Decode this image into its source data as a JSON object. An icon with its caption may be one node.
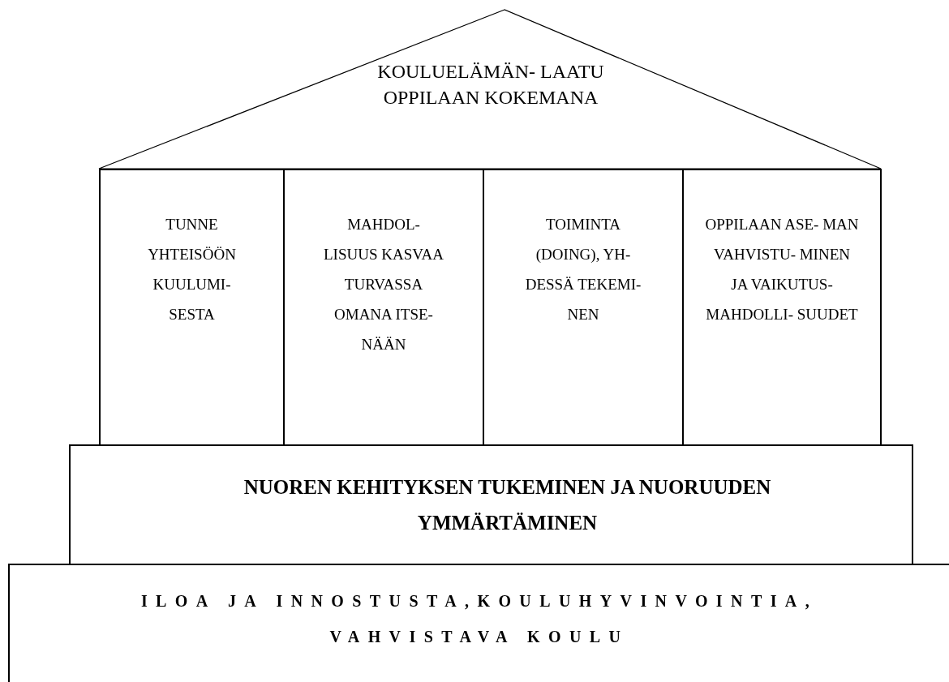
{
  "diagram": {
    "nodes": [
      {
        "text": [
          "KOULUELÄMÄN- LAATU OPPILAAN KOKEMANA"
        ]
      },
      {
        "text": [
          "TUNNE YHTEISÖÖN KUULUMI- SESTA"
        ]
      },
      {
        "text": [
          "MAHDOL- LISUUS KASVAA TURVASSA OMANA ITSE- NÄÄN"
        ]
      },
      {
        "text": [
          "TOIMINTA (DOING), YH- DESSÄ TEKEMI- NEN"
        ]
      },
      {
        "text": [
          "OPPILAAN ASE- MAN VAHVISTU- MINEN JA VAIKUTUS- MAHDOLLI- SUUDET"
        ]
      },
      {
        "text": [
          "NUOREN KEHITYKSEN TUKEMINEN JA NUORUUDEN YMMÄRTÄMINEN"
        ]
      },
      {
        "text": [
          "ILOA JA INNOSTUSTA,KOULUHYVINVOINTIA, VAHVISTAVA KOULU"
        ]
      }
    ]
  }
}
